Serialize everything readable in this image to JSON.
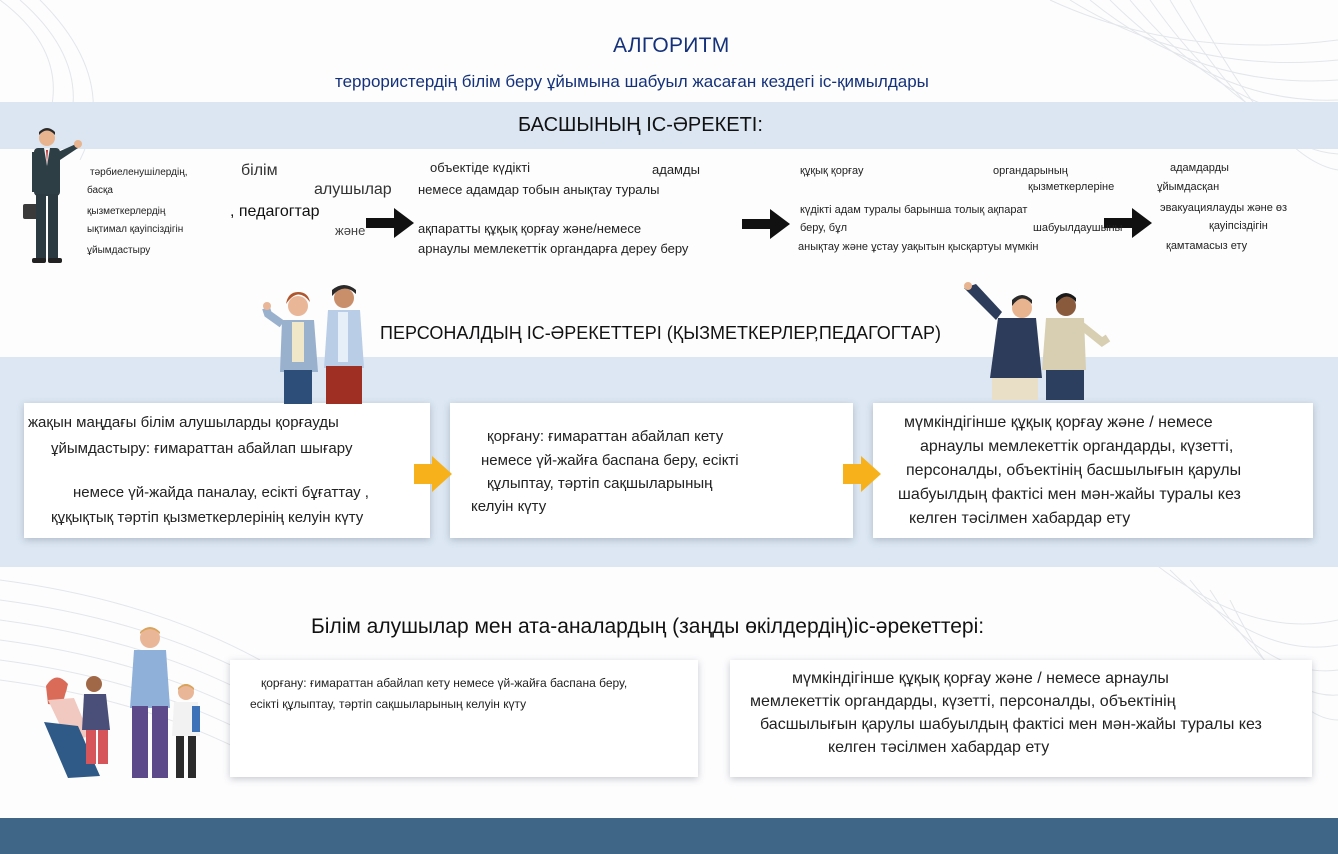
{
  "header": {
    "title": "АЛГОРИТМ",
    "subtitle": "террористердің білім беру ұйымына шабуыл жасаған кездегі іс-қимылдары"
  },
  "leader_section": {
    "heading": "БАСШЫНЫҢ ІС-ӘРЕКЕТІ:",
    "col1": [
      "тәрбиеленушілердің,",
      "басқа",
      "қызметкерлердің",
      "ықтимал қауіпсіздігін",
      "ұйымдастыру"
    ],
    "col1_words": [
      "білім",
      "алушылар",
      ", педагогтар",
      "және"
    ],
    "col2": [
      "объектіде күдікті",
      "адамды",
      "немесе адамдар тобын анықтау туралы",
      "ақпаратты құқық қорғау және/немесе",
      "арнаулы мемлекеттік органдарға дереу беру"
    ],
    "col3": [
      "құқық қорғау",
      "органдарының",
      "қызметкерлеріне",
      "күдікті адам туралы барынша толық ақпарат",
      "беру, бұл",
      "шабуылдаушыны",
      "анықтау және ұстау уақытын қысқартуы мүмкін"
    ],
    "col4": [
      "адамдарды",
      "ұйымдасқан",
      "эвакуациялауды және өз",
      "қауіпсіздігін",
      "қамтамасыз ету"
    ]
  },
  "staff_section": {
    "heading": "ПЕРСОНАЛДЫҢ ІС-ӘРЕКЕТТЕРІ (ҚЫЗМЕТКЕРЛЕР,ПЕДАГОГТАР)",
    "card1": [
      "жақын маңдағы білім алушыларды қорғауды",
      "ұйымдастыру: ғимараттан абайлап шығару",
      "немесе үй-жайда паналау, есікті бұғаттау ,",
      "құқықтық тәртіп қызметкерлерінің келуін күту"
    ],
    "card2": [
      "қорғану: ғимараттан абайлап кету",
      "немесе үй-жайға баспана беру, есікті",
      "құлыптау, тәртіп сақшыларының",
      "келуін күту"
    ],
    "card3": [
      "мүмкіндігінше құқық қорғау және / немесе",
      "арнаулы мемлекеттік органдарды, күзетті,",
      "персоналды, объектінің басшылығын қарулы",
      "шабуылдың фактісі мен мән-жайы туралы кез",
      "келген тәсілмен хабардар ету"
    ]
  },
  "students_section": {
    "heading": "Білім алушылар мен ата-аналардың (заңды өкілдердің)іс-әрекеттері:",
    "card1": [
      "қорғану: ғимараттан абайлап кету немесе үй-жайға баспана беру,",
      "есікті құлыптау, тәртіп сақшыларының келуін күту"
    ],
    "card2": [
      "мүмкіндігінше құқық қорғау және / немесе арнаулы",
      "мемлекеттік органдарды, күзетті, персоналды, объектінің",
      "басшылығын қарулы шабуылдың фактісі мен мән-жайы туралы кез",
      "келген тәсілмен хабардар ету"
    ]
  },
  "colors": {
    "title_blue": "#14317a",
    "band_light_blue": "#dce7f3",
    "footer_blue": "#3f6687",
    "arrow_yellow": "#f7b21b"
  },
  "icons": [
    "arrow-right-icon",
    "chevron-arrow-icon"
  ]
}
